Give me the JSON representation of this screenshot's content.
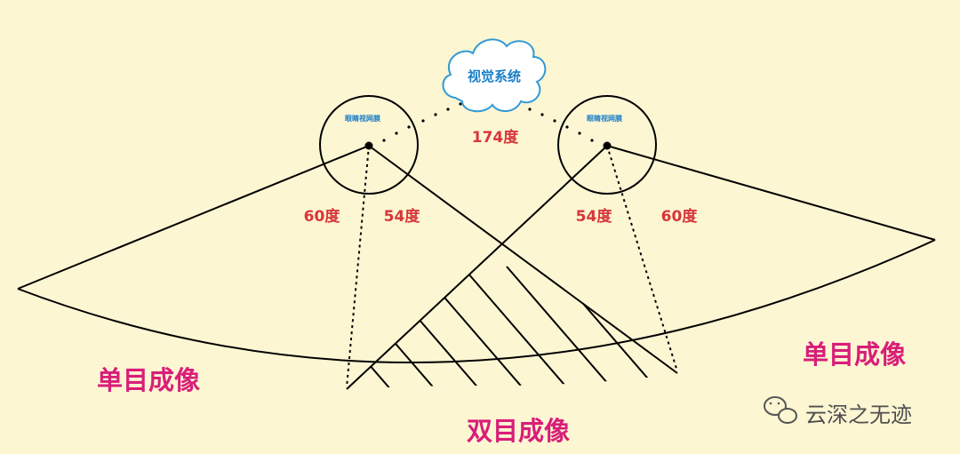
{
  "diagram": {
    "cloud_label": "视觉系统",
    "left_eye_label": "眼睛视网膜",
    "right_eye_label": "眼睛视网膜",
    "angle_total": "174度",
    "left_outer_angle": "60度",
    "left_inner_angle": "54度",
    "right_inner_angle": "54度",
    "right_outer_angle": "60度",
    "left_monocular": "单目成像",
    "right_monocular": "单目成像",
    "binocular": "双目成像"
  },
  "watermark": {
    "icon": "wechat-icon",
    "text": "云深之无迹"
  },
  "colors": {
    "background": "#fdf6d3",
    "angle_labels": "#d8353a",
    "region_labels": "#d81e79",
    "cloud_text": "#1a7fc8"
  }
}
